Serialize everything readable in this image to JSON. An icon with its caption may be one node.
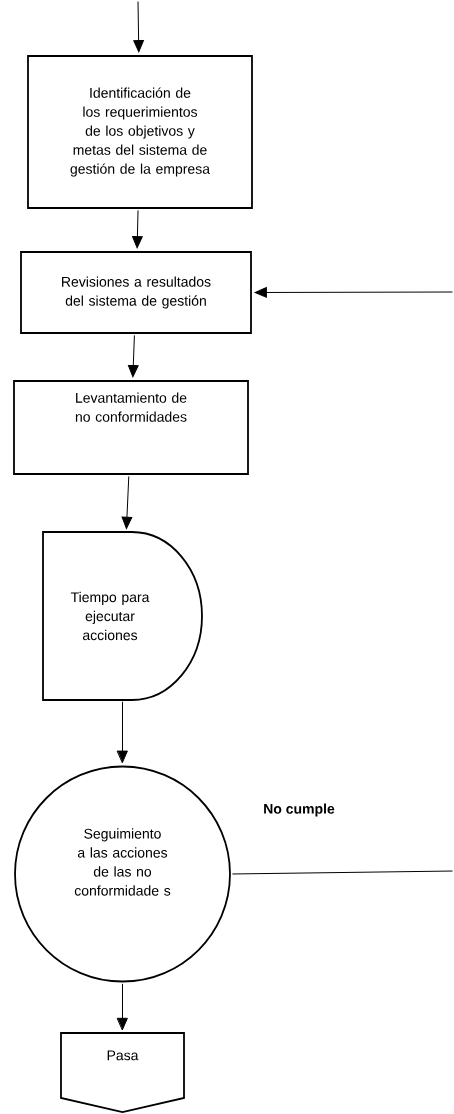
{
  "diagram": {
    "nodes": [
      {
        "text": [
          "Identificación de los requerimientos de los objetivos y metas del sistema de gestión de la empresa"
        ]
      },
      {
        "text": [
          "Revisiones a resultados del sistema de gestión"
        ]
      },
      {
        "text": [
          "Levantamiento de no conformidades"
        ]
      },
      {
        "text": [
          "Tiempo para ejecutar acciones"
        ]
      },
      {
        "text": [
          "Seguimiento a las acciones de las no conformidade s"
        ]
      },
      {
        "text": [
          "Pasa"
        ]
      }
    ],
    "edges": [
      {
        "from": null,
        "to": 0,
        "arrow": "to"
      },
      {
        "from": 0,
        "to": 1,
        "arrow": "to"
      },
      {
        "from": 1,
        "to": 2,
        "arrow": "to"
      },
      {
        "from": 2,
        "to": 3,
        "arrow": "to"
      },
      {
        "from": 3,
        "to": 4,
        "arrow": "to"
      },
      {
        "from": 4,
        "to": 5,
        "arrow": "to"
      },
      {
        "from": 4,
        "to": null,
        "arrow": "none",
        "label": "No cumple"
      },
      {
        "from": null,
        "to": 1,
        "arrow": "to"
      }
    ]
  }
}
